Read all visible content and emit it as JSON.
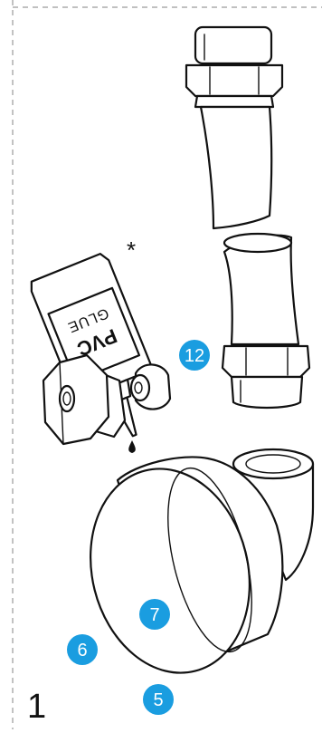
{
  "step_number": "1",
  "glue_note_marker": "*",
  "glue_bottle": {
    "line1": "PVC",
    "line2": "GLUE"
  },
  "callouts": [
    {
      "number": "12",
      "color": "#1a9de0"
    },
    {
      "number": "7",
      "color": "#1a9de0"
    },
    {
      "number": "6",
      "color": "#1a9de0"
    },
    {
      "number": "5",
      "color": "#1a9de0"
    }
  ],
  "colors": {
    "callout": "#1a9de0",
    "line": "#111111",
    "frame": "#9a9a9a"
  }
}
